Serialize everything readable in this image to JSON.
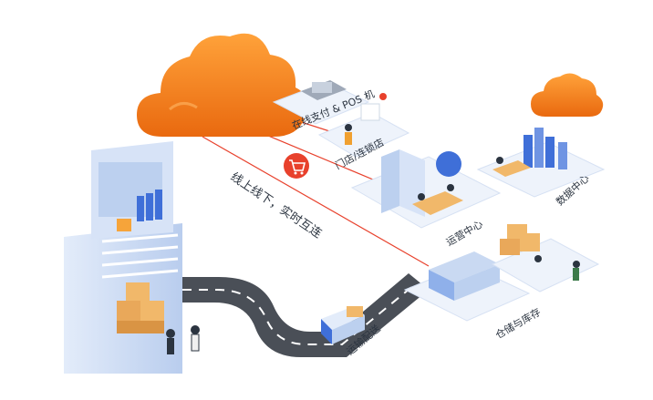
{
  "labels": {
    "online_payment": "在线支付 & POS 机",
    "store": "门店/连锁店",
    "operation_center": "运营中心",
    "data_center": "数据中心",
    "online_offline": "线上线下，实时互连",
    "transport": "运输配送",
    "warehouse": "仓储与库存"
  },
  "colors": {
    "cloud": "#f5821f",
    "platform": "#eef3fb",
    "building": "#c9d9f2",
    "accent_blue": "#3f6fd8",
    "link_line": "#e8412c",
    "road": "#4a4f57"
  },
  "icons": {
    "cart": "shopping-cart-icon",
    "cloud": "cloud-icon"
  }
}
